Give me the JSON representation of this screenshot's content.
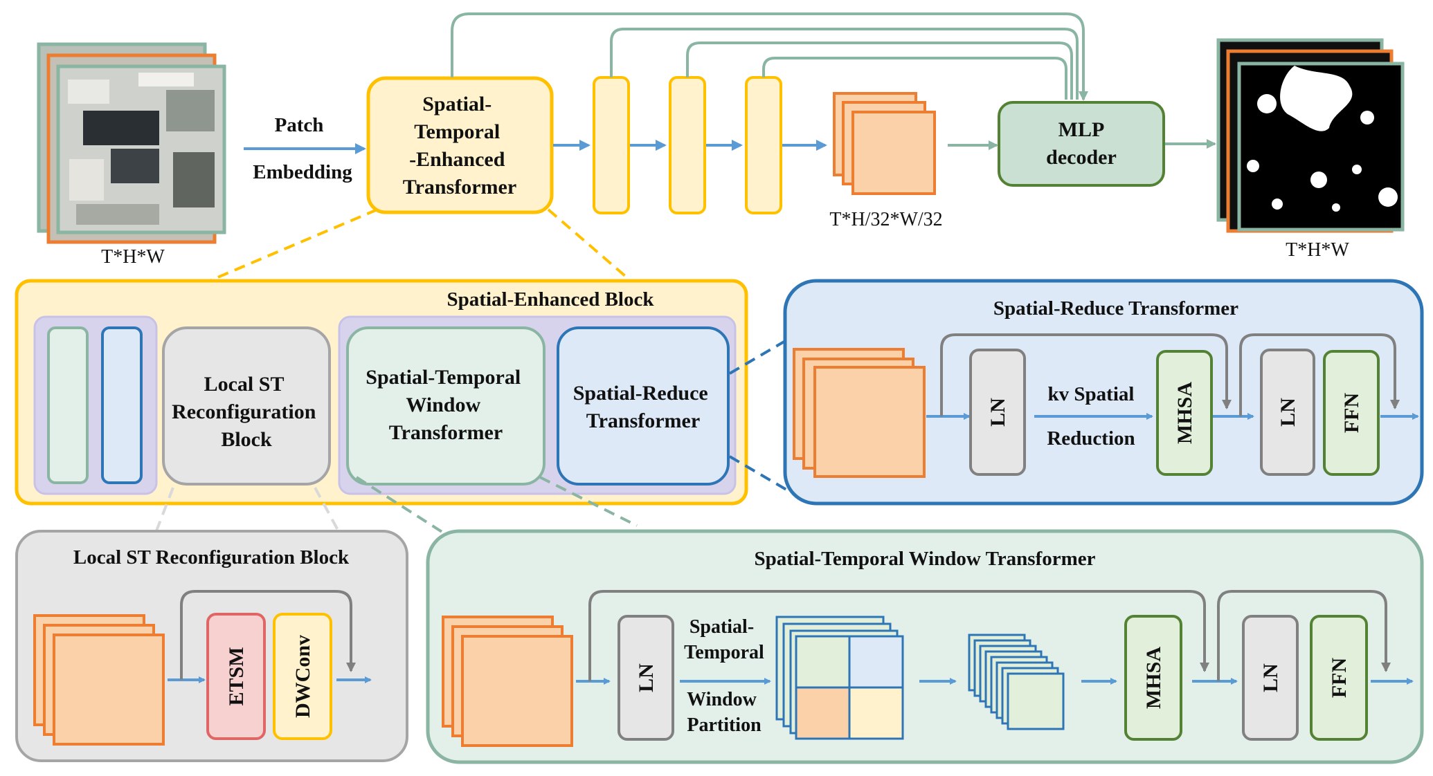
{
  "top": {
    "input_dims": "T*H*W",
    "patch_line1": "Patch",
    "patch_line2": "Embedding",
    "st_transformer": [
      "Spatial-",
      "Temporal",
      "-Enhanced",
      "Transformer"
    ],
    "feature_dims": "T*H/32*W/32",
    "mlp_line1": "MLP",
    "mlp_line2": "decoder",
    "output_dims": "T*H*W"
  },
  "seb": {
    "title": "Spatial-Enhanced Block",
    "local_st": [
      "Local ST",
      "Reconfiguration",
      "Block"
    ],
    "stw": [
      "Spatial-Temporal",
      "Window",
      "Transformer"
    ],
    "sr": [
      "Spatial-Reduce",
      "Transformer"
    ]
  },
  "srt": {
    "title": "Spatial-Reduce Transformer",
    "ln": "LN",
    "kv_line1": "kv Spatial",
    "kv_line2": "Reduction",
    "mhsa": "MHSA",
    "ln2": "LN",
    "ffn": "FFN"
  },
  "lst": {
    "title": "Local ST Reconfiguration Block",
    "etsm": "ETSM",
    "dwconv": "DWConv"
  },
  "stwt": {
    "title": "Spatial-Temporal Window Transformer",
    "ln": "LN",
    "part1": "Spatial-",
    "part2": "Temporal",
    "part3": "Window",
    "part4": "Partition",
    "mhsa": "MHSA",
    "ln2": "LN",
    "ffn": "FFN"
  },
  "colors": {
    "orange": "#ed7d31",
    "orange_fill": "#fbd1aa",
    "yellow": "#ffc000",
    "yellow_fill": "#fff2cc",
    "green": "#70ad47",
    "green_fill": "#e2efda",
    "blue": "#2e75b6",
    "blue_fill": "#dde9f6",
    "teal": "#8ab5a3",
    "arrow": "#5b9bd5"
  }
}
